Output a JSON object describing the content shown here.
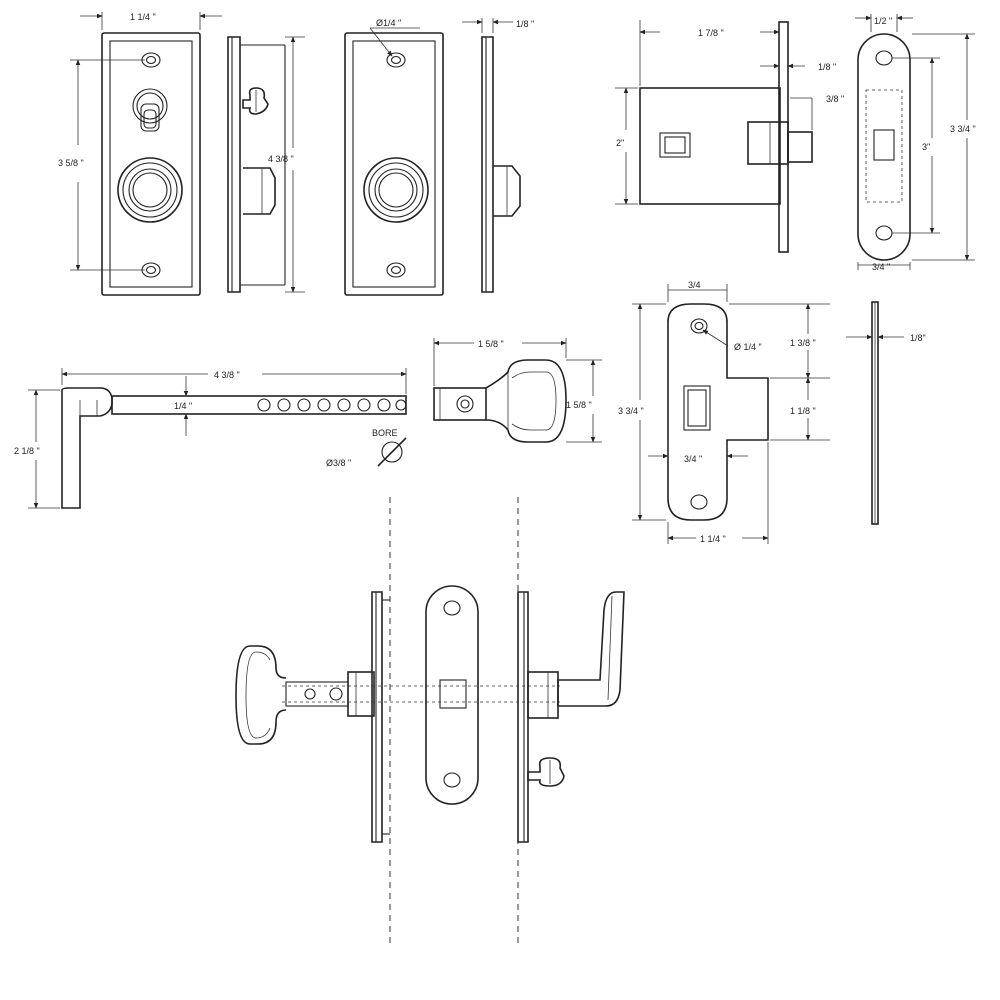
{
  "diagram": {
    "plate_front": {
      "width_dim": "1 1/4 \"",
      "hole_spacing_dim": "3 5/8 \""
    },
    "plate_side": {
      "height_dim": "4 3/8 \""
    },
    "plate_back": {
      "hole_dim": "Ø1/4 \""
    },
    "plate_back_side": {
      "thickness_dim": "1/8 \""
    },
    "mortise_side": {
      "depth_dim": "1 7/8 \"",
      "face_dim": "1/8 \"",
      "latch_dim": "3/8 \"",
      "height_dim": "2\""
    },
    "faceplate": {
      "top_dim": "1/2 \"",
      "hole_spacing_dim": "3\"",
      "height_dim": "3 3/4 \"",
      "width_dim": "3/4 \""
    },
    "spindle_lever": {
      "length_dim": "4 3/8 \"",
      "square_dim": "1/4 \"",
      "height_dim": "2 1/8 \"",
      "bore_label": "BORE",
      "bore_dim": "Ø3/8 \""
    },
    "knob": {
      "length_dim": "1 5/8 \"",
      "diameter_dim": "1 5/8 \""
    },
    "strike": {
      "top_dim": "3/4",
      "hole_dim": "Ø 1/4 \"",
      "upper_dim": "1 3/8 \"",
      "lower_dim": "1 1/8 \"",
      "height_dim": "3 3/4 \"",
      "offset_dim": "3/4 \"",
      "width_dim": "1 1/4 \""
    },
    "strike_side": {
      "thickness_dim": "1/8\""
    }
  }
}
